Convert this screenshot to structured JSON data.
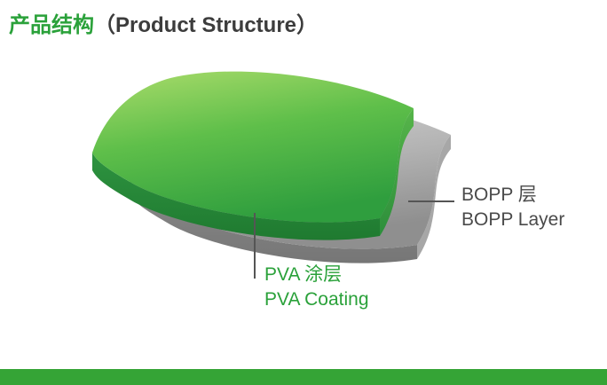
{
  "title": {
    "cn": "产品结构",
    "en": "（Product Structure）"
  },
  "diagram": {
    "layers": [
      {
        "name": "BOPP",
        "label_cn": "BOPP 层",
        "label_en": "BOPP Layer"
      },
      {
        "name": "PVA",
        "label_cn": "PVA 涂层",
        "label_en": "PVA Coating"
      }
    ]
  },
  "colors": {
    "brand_green": "#2aa13a",
    "layer_green_light": "#9ed45f",
    "layer_green_dark": "#2f9e3e",
    "layer_green_front": "#217a30",
    "gray_light": "#d2d2d2",
    "gray_dark": "#8f8f8f",
    "text_dark": "#4a4a4a",
    "callout_line": "#555555",
    "footer_bar": "#35a436"
  }
}
